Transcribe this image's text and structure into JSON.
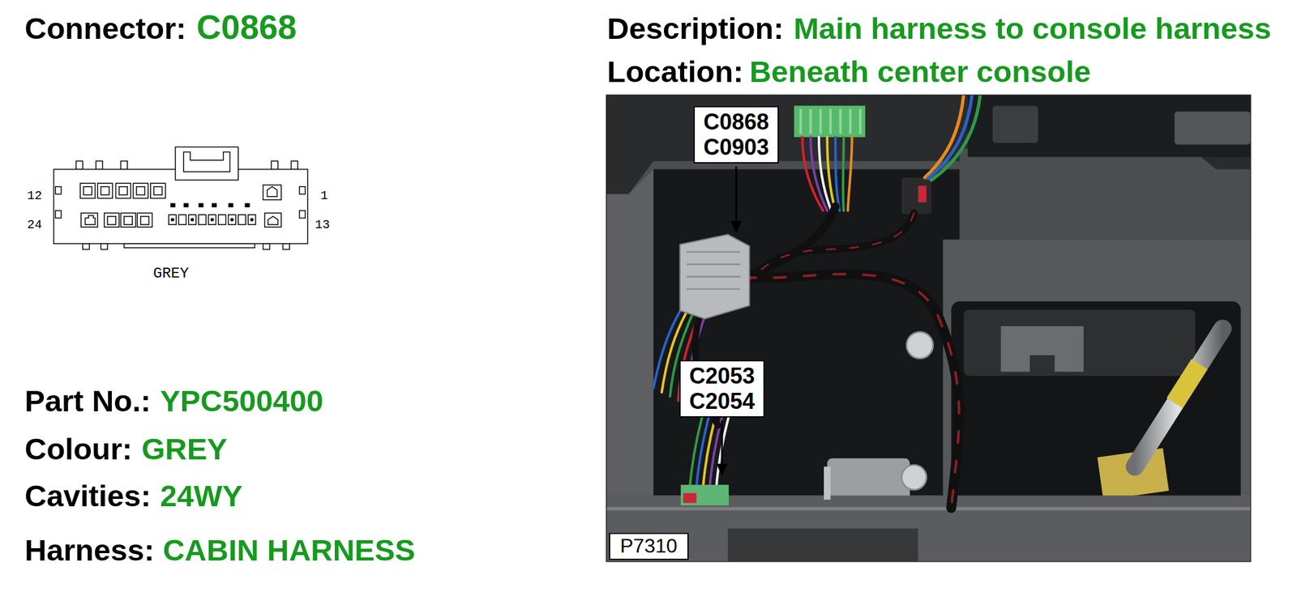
{
  "diagram": {
    "nodes": [
      {
        "text": [
          "C0868 C0903"
        ]
      },
      {
        "text": [
          "C2053 C2054"
        ]
      },
      {
        "text": [
          "P7310"
        ]
      }
    ],
    "labels": [
      "Connector:",
      "C0868",
      "Description:",
      "Main harness to console harness",
      "Location:",
      "Beneath center console",
      "12",
      "1",
      "24",
      "13",
      "GREY",
      "Part No.:",
      "YPC500400",
      "Colour:",
      "GREY",
      "Cavities:",
      "24WY",
      "Harness:",
      "CABIN HARNESS"
    ]
  }
}
